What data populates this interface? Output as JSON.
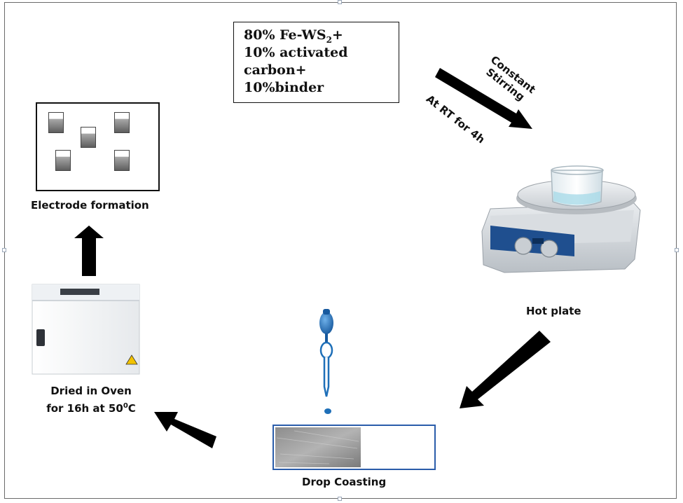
{
  "composition": {
    "line1_prefix": "80% Fe-WS",
    "line1_sub": "2",
    "line1_suffix": "+",
    "line2": "10% activated",
    "line3": "carbon+",
    "line4": "10%binder"
  },
  "stirring": {
    "line1": "Constant",
    "line2": "Stirring",
    "condition": "At RT for 4h"
  },
  "hot_plate_label": "Hot plate",
  "drop_coating_label": "Drop Coasting",
  "oven_label": {
    "line1": "Dried in Oven",
    "line2_prefix": "for 16h at 50",
    "line2_sup": "0",
    "line2_suffix": "C"
  },
  "electrode_label": "Electrode formation",
  "colors": {
    "arrow": "#000000",
    "pipette": "#1e6fb8",
    "coating_border": "#2a5caa",
    "hotplate_panel": "#1f4f8f"
  },
  "icons": [
    "beaker-icon",
    "hot-plate-icon",
    "pipette-icon",
    "droplet-icon",
    "oven-icon",
    "electrode-cup-icon"
  ]
}
